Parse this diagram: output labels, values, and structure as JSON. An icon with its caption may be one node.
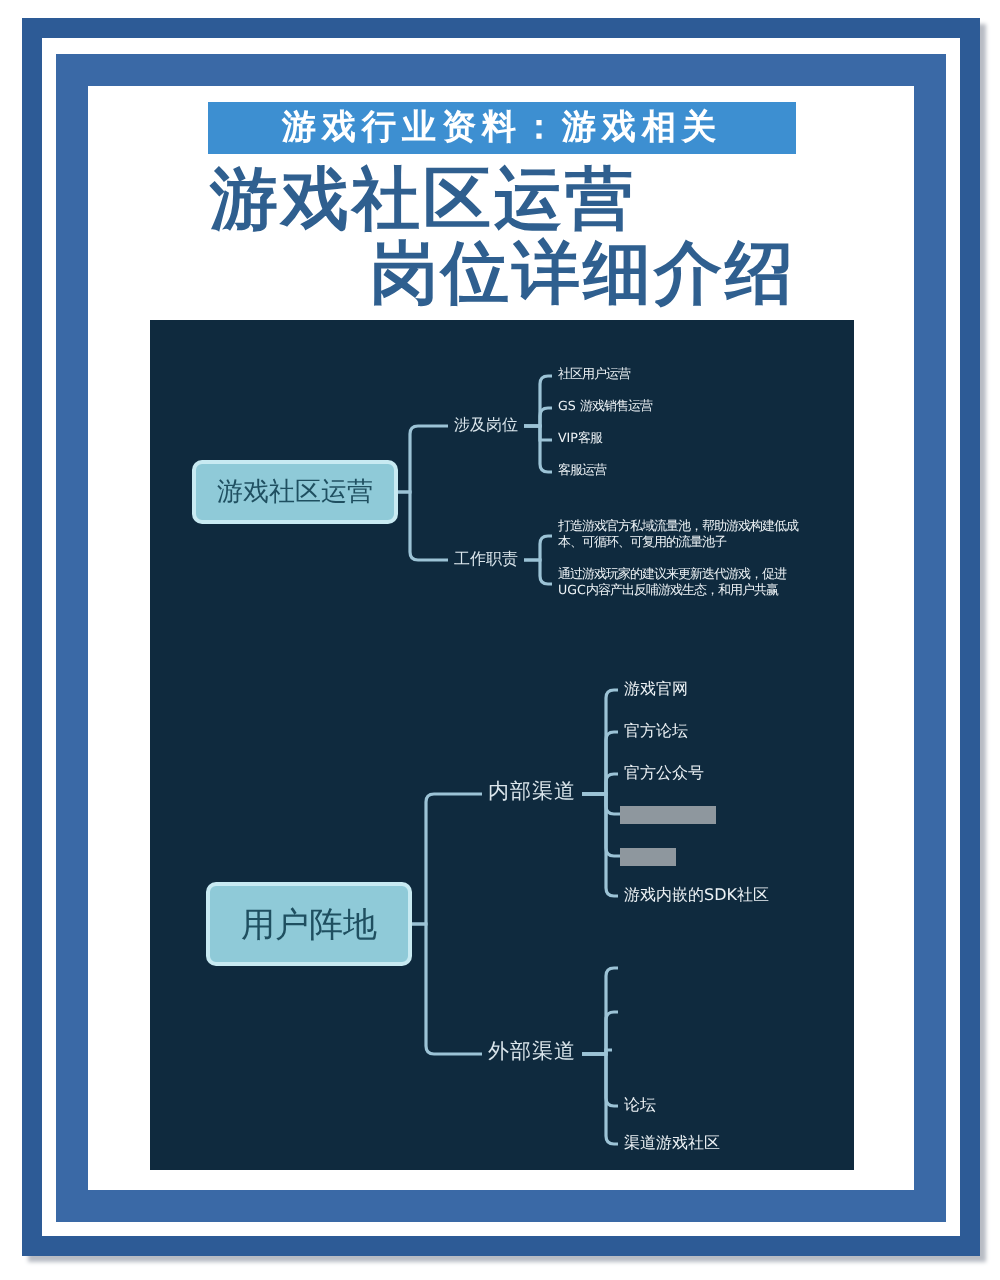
{
  "diagram": {
    "title": "游戏社区运营岗位详细介绍",
    "nodes": [
      {
        "text": [
          "游戏社区运营"
        ]
      },
      {
        "text": [
          "涉及岗位"
        ]
      },
      {
        "text": [
          "社区用户运营"
        ]
      },
      {
        "text": [
          "GS 游戏销售运营"
        ]
      },
      {
        "text": [
          "VIP客服"
        ]
      },
      {
        "text": [
          "客服运营"
        ]
      },
      {
        "text": [
          "工作职责"
        ]
      },
      {
        "text": [
          "打造游戏官方私域流量池，帮助游戏构建低成本、可循环、可复用的流量池子"
        ]
      },
      {
        "text": [
          "通过游戏玩家的建议来更新迭代游戏，促进UGC内容产出反哺游戏生态，和用户共赢"
        ]
      },
      {
        "text": [
          "用户阵地"
        ]
      },
      {
        "text": [
          "内部渠道"
        ]
      },
      {
        "text": [
          "游戏官网"
        ]
      },
      {
        "text": [
          "官方论坛"
        ]
      },
      {
        "text": [
          "官方公众号"
        ]
      },
      {
        "text": [],
        "shape": "box"
      },
      {
        "text": [],
        "shape": "box"
      },
      {
        "text": [
          "游戏内嵌的SDK社区"
        ]
      },
      {
        "text": [
          "外部渠道"
        ]
      },
      {
        "text": [
          "论坛"
        ]
      },
      {
        "text": [
          "渠道游戏社区"
        ]
      }
    ],
    "edges": [
      {
        "from": 0,
        "to": 1,
        "arrow": "none"
      },
      {
        "from": 0,
        "to": 6,
        "arrow": "none"
      },
      {
        "from": 1,
        "to": 2,
        "arrow": "none"
      },
      {
        "from": 1,
        "to": 3,
        "arrow": "none"
      },
      {
        "from": 1,
        "to": 4,
        "arrow": "none"
      },
      {
        "from": 1,
        "to": 5,
        "arrow": "none"
      },
      {
        "from": 6,
        "to": 7,
        "arrow": "none"
      },
      {
        "from": 6,
        "to": 8,
        "arrow": "none"
      },
      {
        "from": 9,
        "to": 10,
        "arrow": "none"
      },
      {
        "from": 9,
        "to": 17,
        "arrow": "none"
      },
      {
        "from": 10,
        "to": 11,
        "arrow": "none"
      },
      {
        "from": 10,
        "to": 12,
        "arrow": "none"
      },
      {
        "from": 10,
        "to": 13,
        "arrow": "none"
      },
      {
        "from": 10,
        "to": 14,
        "arrow": "none"
      },
      {
        "from": 10,
        "to": 15,
        "arrow": "none"
      },
      {
        "from": 10,
        "to": 16,
        "arrow": "none"
      },
      {
        "from": 17,
        "to": null,
        "arrow": "none"
      },
      {
        "from": 17,
        "to": null,
        "arrow": "none"
      },
      {
        "from": 17,
        "to": null,
        "arrow": "none"
      },
      {
        "from": 17,
        "to": 18,
        "arrow": "none"
      },
      {
        "from": 17,
        "to": 19,
        "arrow": "none"
      }
    ],
    "labels": [
      "游戏行业资料：游戏相关"
    ]
  }
}
